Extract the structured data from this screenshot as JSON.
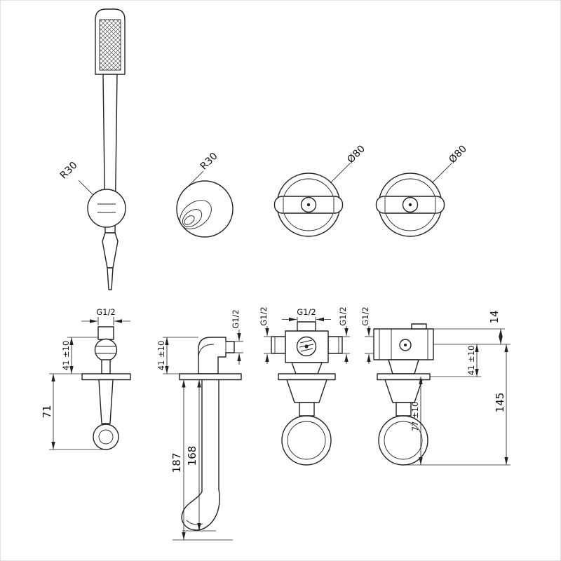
{
  "page": {
    "background": "#ffffff",
    "line_color": "#222222"
  },
  "top_views": {
    "handshower": {
      "radius_label": "R30"
    },
    "spout": {
      "radius_label": "R30"
    },
    "valve_left": {
      "diameter_label": "Ø80"
    },
    "valve_right": {
      "diameter_label": "Ø80"
    }
  },
  "side_views": {
    "holder": {
      "thread_label": "G1/2",
      "depth_label": "41 ±10",
      "height_label": "71"
    },
    "spout": {
      "thread_label": "G1/2",
      "depth_label": "41 ±10",
      "total_length_label": "187",
      "outlet_length_label": "168"
    },
    "valve_left": {
      "thread_top_label": "G1/2",
      "thread_left_label": "G1/2",
      "thread_right_label": "G1/2"
    },
    "valve_right": {
      "thread_left_label": "G1/2",
      "depth_label": "41 ±10",
      "handle_depth_label": "77 ±10",
      "height_label": "145",
      "top_offset_label": "14"
    }
  }
}
